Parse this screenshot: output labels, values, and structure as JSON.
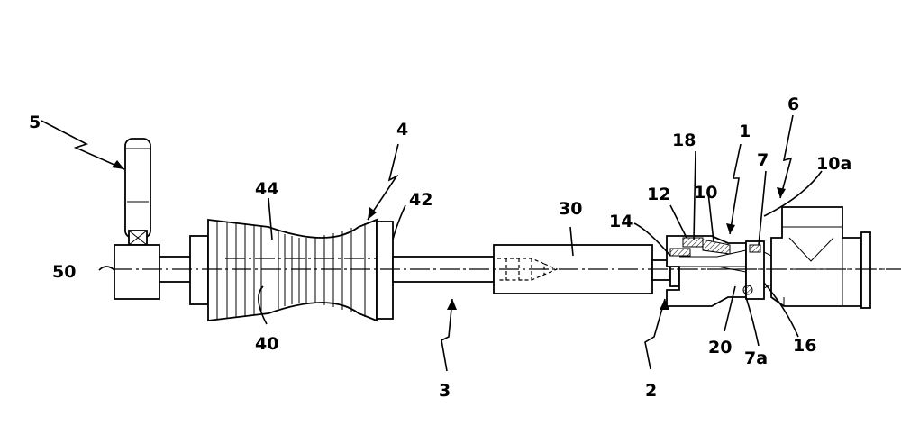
{
  "labels": {
    "l5": "5",
    "l50": "50",
    "l44": "44",
    "l40": "40",
    "l4": "4",
    "l42": "42",
    "l30": "30",
    "l3": "3",
    "l14": "14",
    "l2": "2",
    "l12": "12",
    "l18": "18",
    "l10": "10",
    "l1": "1",
    "l7": "7",
    "l6": "6",
    "l10a": "10a",
    "l20": "20",
    "l7a": "7a",
    "l16": "16"
  }
}
